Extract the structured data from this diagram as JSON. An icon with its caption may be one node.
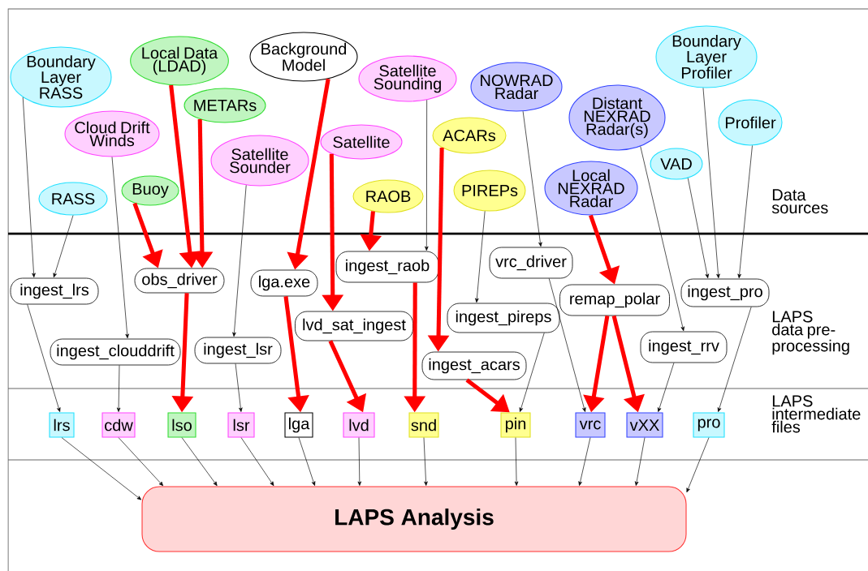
{
  "diagram": {
    "nodes": [
      {
        "text": [
          "Boundary Layer RASS"
        ]
      },
      {
        "text": [
          "Local Data (LDAD)"
        ]
      },
      {
        "text": [
          "Background Model"
        ]
      },
      {
        "text": [
          "Satellite Sounding"
        ]
      },
      {
        "text": [
          "METARs"
        ]
      },
      {
        "text": [
          "Cloud Drift Winds"
        ]
      },
      {
        "text": [
          "NOWRAD Radar"
        ]
      },
      {
        "text": [
          "Boundary Layer Profiler"
        ]
      },
      {
        "text": [
          "Distant NEXRAD Radar(s)"
        ]
      },
      {
        "text": [
          "Profiler"
        ]
      },
      {
        "text": [
          "Satellite Sounder"
        ]
      },
      {
        "text": [
          "Satellite"
        ]
      },
      {
        "text": [
          "ACARs"
        ]
      },
      {
        "text": [
          "VAD"
        ]
      },
      {
        "text": [
          "Buoy"
        ]
      },
      {
        "text": [
          "RASS"
        ]
      },
      {
        "text": [
          "RAOB"
        ]
      },
      {
        "text": [
          "PIREPs"
        ]
      },
      {
        "text": [
          "Local NEXRAD Radar"
        ]
      },
      {
        "text": [
          "ingest_lrs"
        ]
      },
      {
        "text": [
          "ingest_clouddrift"
        ]
      },
      {
        "text": [
          "obs_driver"
        ]
      },
      {
        "text": [
          "ingest_lsr"
        ]
      },
      {
        "text": [
          "lga.exe"
        ]
      },
      {
        "text": [
          "lvd_sat_ingest"
        ]
      },
      {
        "text": [
          "ingest_raob"
        ]
      },
      {
        "text": [
          "ingest_acars"
        ]
      },
      {
        "text": [
          "ingest_pireps"
        ]
      },
      {
        "text": [
          "vrc_driver"
        ]
      },
      {
        "text": [
          "remap_polar"
        ]
      },
      {
        "text": [
          "ingest_rrv"
        ]
      },
      {
        "text": [
          "ingest_pro"
        ]
      },
      {
        "text": [
          "lrs"
        ]
      },
      {
        "text": [
          "cdw"
        ]
      },
      {
        "text": [
          "lso"
        ]
      },
      {
        "text": [
          "lsr"
        ]
      },
      {
        "text": [
          "lga"
        ]
      },
      {
        "text": [
          "lvd"
        ]
      },
      {
        "text": [
          "snd"
        ]
      },
      {
        "text": [
          "pin"
        ]
      },
      {
        "text": [
          "vrc"
        ]
      },
      {
        "text": [
          "vXX"
        ]
      },
      {
        "text": [
          "pro"
        ]
      },
      {
        "text": [
          "LAPS Analysis"
        ]
      }
    ],
    "edges": [
      {
        "from": 0,
        "to": 19,
        "arrow": "to"
      },
      {
        "from": 15,
        "to": 19,
        "arrow": "to"
      },
      {
        "from": 5,
        "to": 20,
        "arrow": "to"
      },
      {
        "from": 10,
        "to": 22,
        "arrow": "to"
      },
      {
        "from": 3,
        "to": 25,
        "arrow": "to"
      },
      {
        "from": 17,
        "to": 27,
        "arrow": "to"
      },
      {
        "from": 6,
        "to": 28,
        "arrow": "to"
      },
      {
        "from": 8,
        "to": 30,
        "arrow": "to"
      },
      {
        "from": 13,
        "to": 31,
        "arrow": "to"
      },
      {
        "from": 7,
        "to": 31,
        "arrow": "to"
      },
      {
        "from": 9,
        "to": 31,
        "arrow": "to"
      },
      {
        "from": 14,
        "to": 21,
        "arrow": "to",
        "style": "thick",
        "color": "#ff0000"
      },
      {
        "from": 1,
        "to": 21,
        "arrow": "to",
        "style": "thick",
        "color": "#ff0000"
      },
      {
        "from": 4,
        "to": 21,
        "arrow": "to",
        "style": "thick",
        "color": "#ff0000"
      },
      {
        "from": 2,
        "to": 23,
        "arrow": "to",
        "style": "thick",
        "color": "#ff0000"
      },
      {
        "from": 11,
        "to": 24,
        "arrow": "to",
        "style": "thick",
        "color": "#ff0000"
      },
      {
        "from": 16,
        "to": 25,
        "arrow": "to",
        "style": "thick",
        "color": "#ff0000"
      },
      {
        "from": 12,
        "to": 26,
        "arrow": "to",
        "style": "thick",
        "color": "#ff0000"
      },
      {
        "from": 18,
        "to": 29,
        "arrow": "to",
        "style": "thick",
        "color": "#ff0000"
      },
      {
        "from": 19,
        "to": 32,
        "arrow": "to"
      },
      {
        "from": 20,
        "to": 33,
        "arrow": "to"
      },
      {
        "from": 21,
        "to": 34,
        "arrow": "to",
        "style": "thick",
        "color": "#ff0000"
      },
      {
        "from": 22,
        "to": 35,
        "arrow": "to"
      },
      {
        "from": 23,
        "to": 36,
        "arrow": "to",
        "style": "thick",
        "color": "#ff0000"
      },
      {
        "from": 24,
        "to": 37,
        "arrow": "to",
        "style": "thick",
        "color": "#ff0000"
      },
      {
        "from": 25,
        "to": 38,
        "arrow": "to",
        "style": "thick",
        "color": "#ff0000"
      },
      {
        "from": 26,
        "to": 39,
        "arrow": "to",
        "style": "thick",
        "color": "#ff0000"
      },
      {
        "from": 27,
        "to": 39,
        "arrow": "to"
      },
      {
        "from": 28,
        "to": 40,
        "arrow": "to"
      },
      {
        "from": 29,
        "to": 40,
        "arrow": "to",
        "style": "thick",
        "color": "#ff0000"
      },
      {
        "from": 29,
        "to": 41,
        "arrow": "to",
        "style": "thick",
        "color": "#ff0000"
      },
      {
        "from": 30,
        "to": 41,
        "arrow": "to"
      },
      {
        "from": 31,
        "to": 42,
        "arrow": "to"
      },
      {
        "from": 32,
        "to": 43,
        "arrow": "to"
      },
      {
        "from": 33,
        "to": 43,
        "arrow": "to"
      },
      {
        "from": 34,
        "to": 43,
        "arrow": "to"
      },
      {
        "from": 35,
        "to": 43,
        "arrow": "to"
      },
      {
        "from": 36,
        "to": 43,
        "arrow": "to"
      },
      {
        "from": 37,
        "to": 43,
        "arrow": "to"
      },
      {
        "from": 38,
        "to": 43,
        "arrow": "to"
      },
      {
        "from": 39,
        "to": 43,
        "arrow": "to"
      },
      {
        "from": 40,
        "to": 43,
        "arrow": "to"
      },
      {
        "from": 41,
        "to": 43,
        "arrow": "to"
      },
      {
        "from": 42,
        "to": 43,
        "arrow": "to"
      }
    ],
    "labels": [
      "Data sources",
      "LAPS data pre-processing",
      "LAPS intermediate files"
    ]
  }
}
